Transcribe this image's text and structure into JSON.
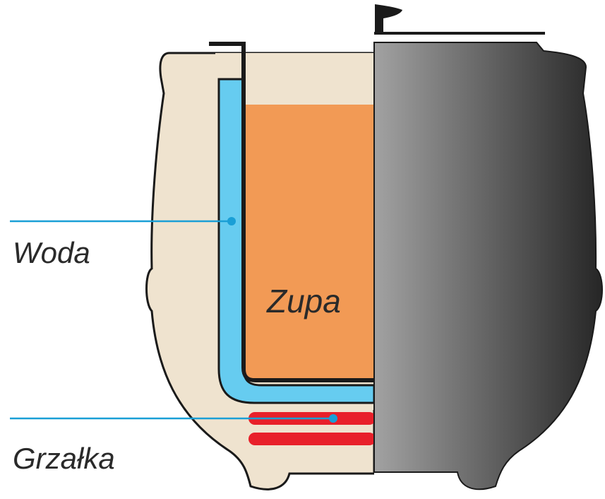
{
  "labels": {
    "water": "Woda",
    "soup": "Zupa",
    "heater": "Grzałka"
  },
  "colors": {
    "casing": "#efe3cf",
    "water": "#66ccf0",
    "soup": "#f29a55",
    "heater": "#e8202a",
    "pointer": "#1a9fd6",
    "outline": "#1a1a1a",
    "body_light": "#9e9e9e",
    "body_dark": "#2b2b2b"
  }
}
